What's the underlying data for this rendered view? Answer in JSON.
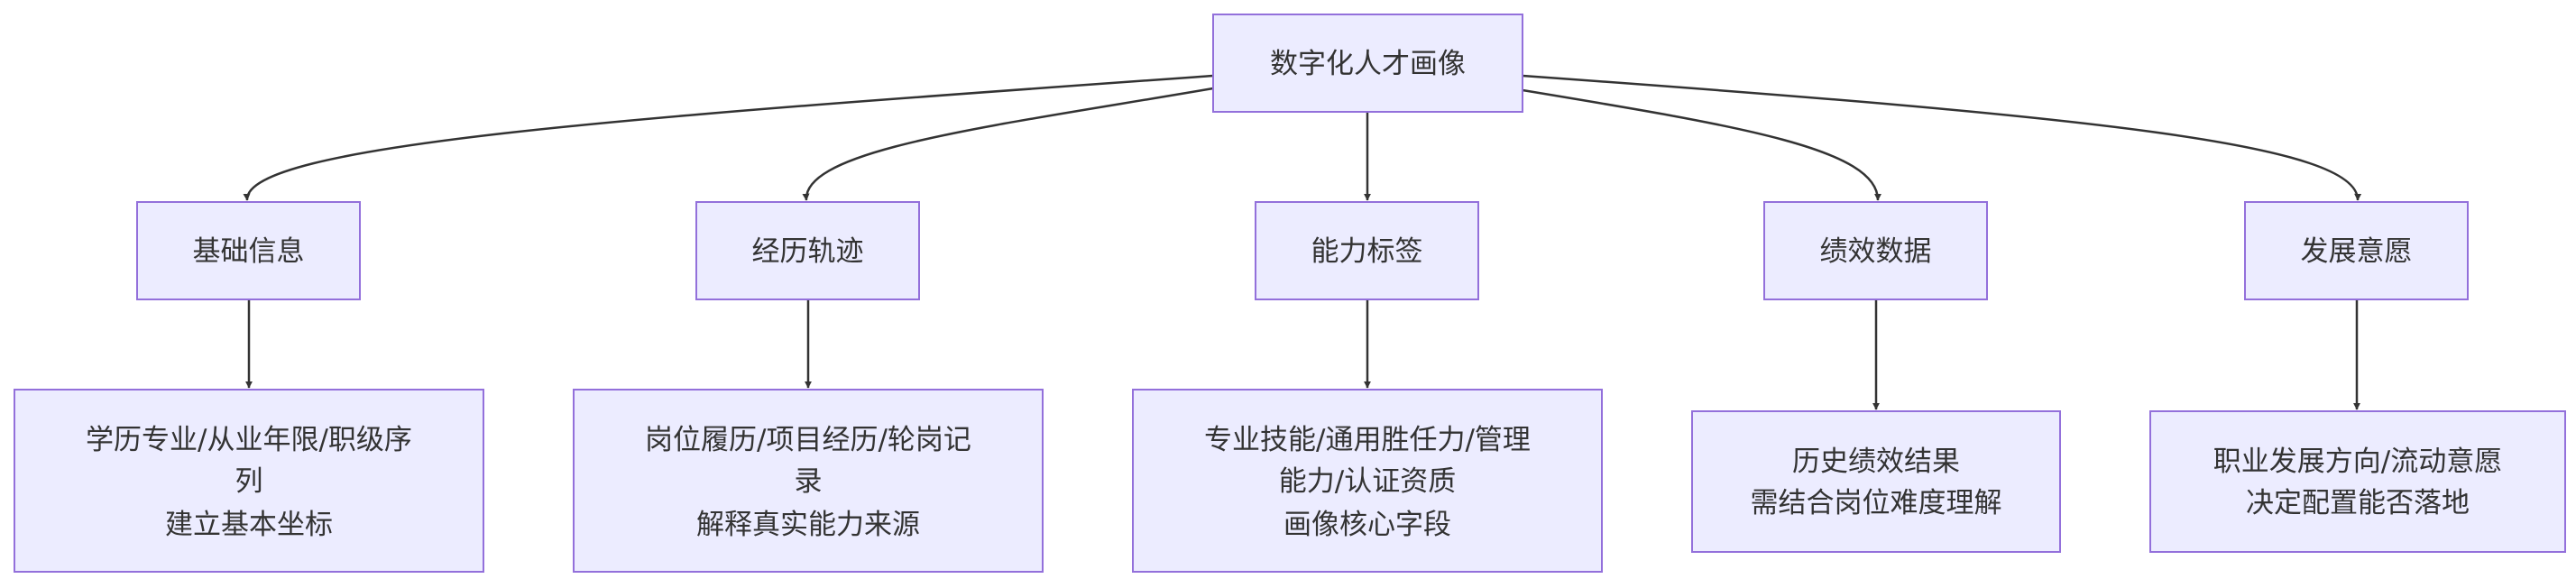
{
  "root": {
    "label": "数字化人才画像"
  },
  "categories": [
    {
      "label": "基础信息",
      "detail": [
        "学历专业/从业年限/职级序",
        "列",
        "建立基本坐标"
      ]
    },
    {
      "label": "经历轨迹",
      "detail": [
        "岗位履历/项目经历/轮岗记",
        "录",
        "解释真实能力来源"
      ]
    },
    {
      "label": "能力标签",
      "detail": [
        "专业技能/通用胜任力/管理",
        "能力/认证资质",
        "画像核心字段"
      ]
    },
    {
      "label": "绩效数据",
      "detail": [
        "历史绩效结果",
        "需结合岗位难度理解"
      ]
    },
    {
      "label": "发展意愿",
      "detail": [
        "职业发展方向/流动意愿",
        "决定配置能否落地"
      ]
    }
  ]
}
